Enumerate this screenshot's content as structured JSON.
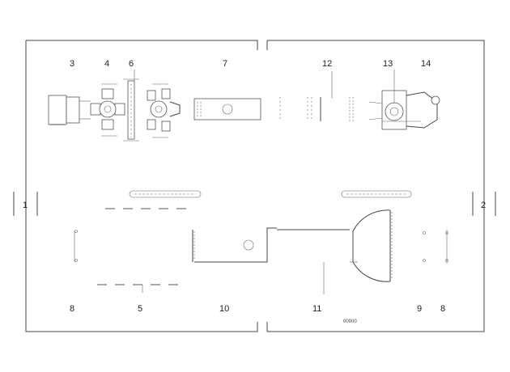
{
  "diagram": {
    "labels": {
      "n3": "3",
      "n4": "4",
      "n6_top": "6",
      "n7": "7",
      "n12": "12",
      "n13": "13",
      "n14": "14",
      "n8_left": "8",
      "n5": "5",
      "n10": "10",
      "n11": "11",
      "n9": "9",
      "n8_right": "8"
    },
    "section_markers": {
      "left": "1",
      "right": "2"
    },
    "image_code": "00000"
  }
}
